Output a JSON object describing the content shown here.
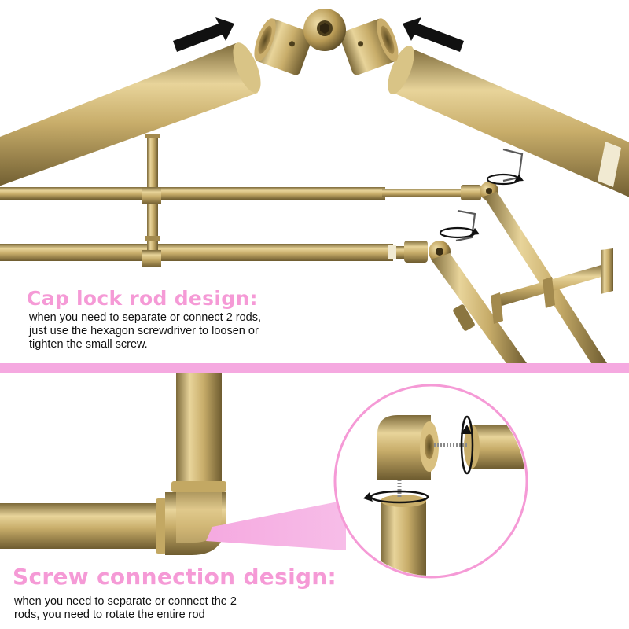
{
  "colors": {
    "brass_light": "#e8d49a",
    "brass_mid": "#c8ad6a",
    "brass_dark": "#7d6a3a",
    "pink_accent": "#f59ad6",
    "divider_pink": "#f5a9e0",
    "text_dark": "#111111",
    "background": "#ffffff"
  },
  "sections": {
    "cap_lock": {
      "heading": "Cap lock rod design:",
      "description_lines": [
        "when you need to separate or connect 2 rods,",
        "just use the hexagon screwdriver to loosen or",
        "tighten the small screw."
      ]
    },
    "screw_connection": {
      "heading": "Screw connection design:",
      "description_lines": [
        "when you need to separate or connect the 2",
        "rods, you need to rotate the entire rod"
      ]
    }
  },
  "icons": [
    "arrow-right-icon",
    "arrow-left-icon",
    "hex-key-icon",
    "rotation-arrow-icon",
    "magnifier-circle-icon"
  ]
}
